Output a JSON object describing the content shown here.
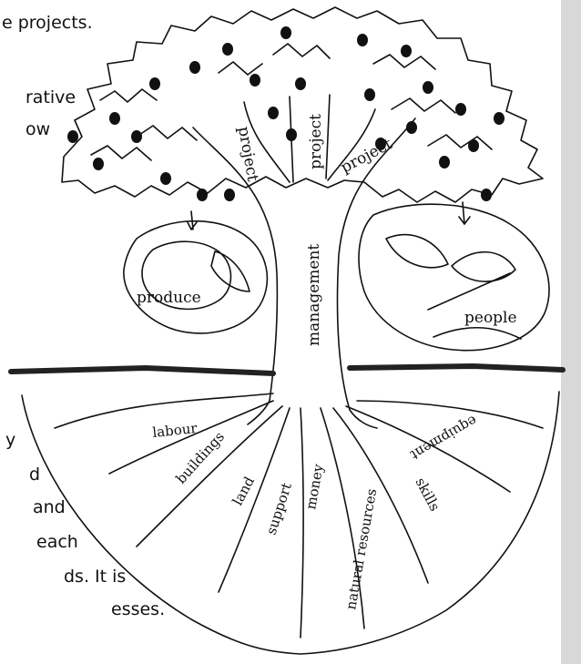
{
  "text_fragments": [
    "e projects.",
    "rative",
    "ow",
    "y",
    "d",
    "and",
    "each",
    "ds. It is",
    "esses."
  ],
  "labels": {
    "branches": [
      "project",
      "project",
      "project"
    ],
    "trunk": "management",
    "produce": "produce",
    "people": "people",
    "roots": [
      "labour",
      "buildings",
      "land",
      "support",
      "money",
      "natural resources",
      "skills",
      "equipment"
    ]
  },
  "colors": {
    "ink": "#111111",
    "paper": "#ffffff",
    "border": "#d8d8d8"
  }
}
